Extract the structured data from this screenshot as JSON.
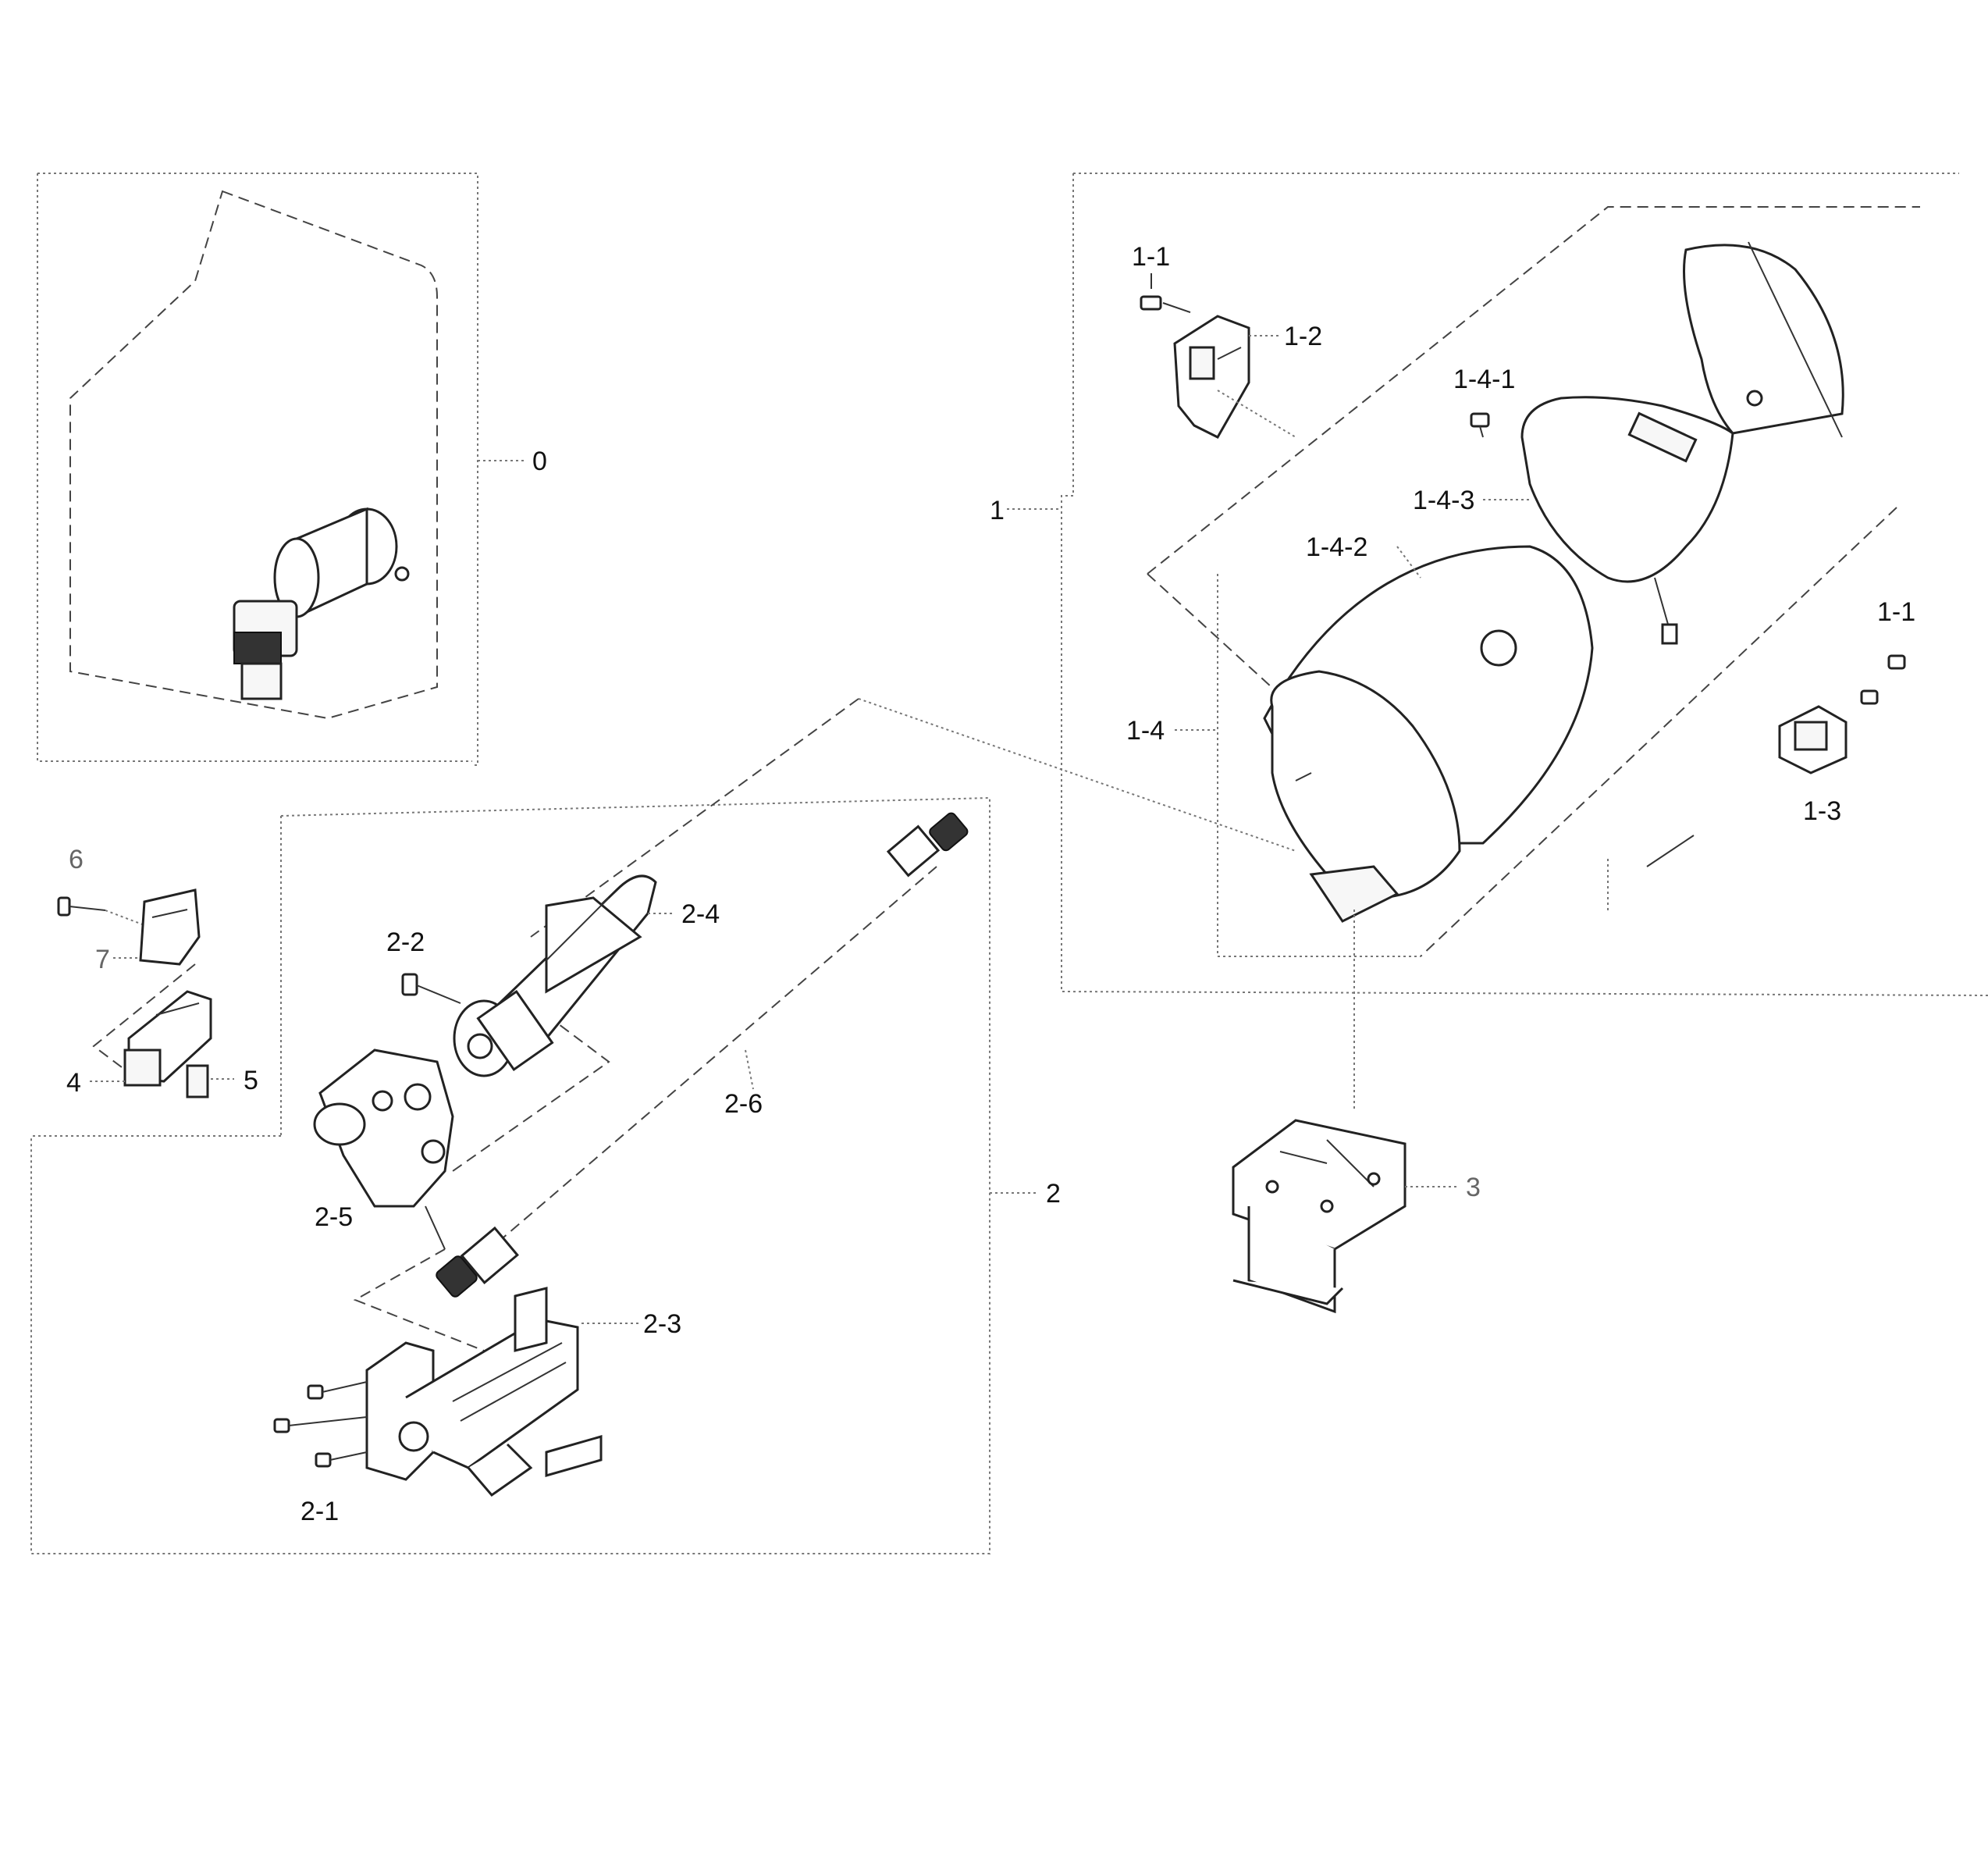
{
  "labels": {
    "l0": "0",
    "l1": "1",
    "l1_1a": "1-1",
    "l1_1b": "1-1",
    "l1_2": "1-2",
    "l1_3": "1-3",
    "l1_4": "1-4",
    "l1_4_1": "1-4-1",
    "l1_4_2": "1-4-2",
    "l1_4_3": "1-4-3",
    "l2": "2",
    "l2_1": "2-1",
    "l2_2": "2-2",
    "l2_3": "2-3",
    "l2_4": "2-4",
    "l2_5": "2-5",
    "l2_6": "2-6",
    "l3": "3",
    "l4": "4",
    "l5": "5",
    "l6": "6",
    "l7": "7"
  },
  "colors": {
    "line": "#444444",
    "part_fill": "#f7f7f7",
    "background": "#ffffff"
  }
}
